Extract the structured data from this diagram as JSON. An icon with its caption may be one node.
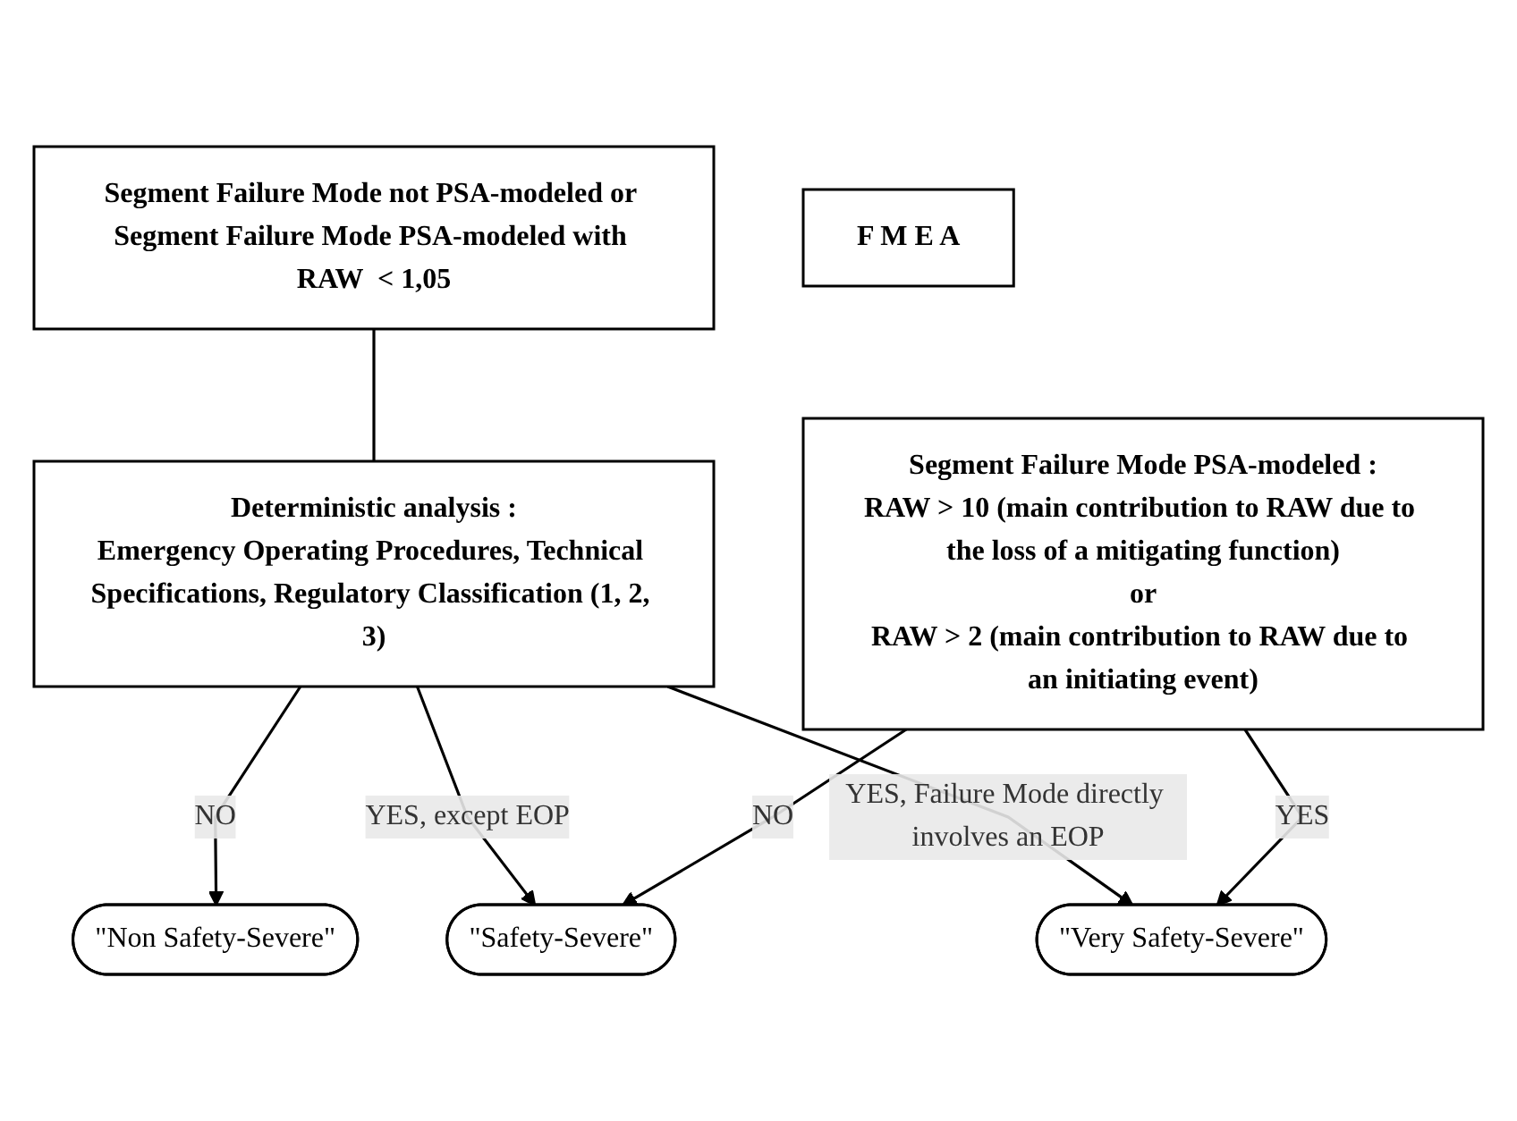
{
  "diagram": {
    "nodes": [
      {
        "text": [
          "Segment Failure Mode not PSA-modeled or Segment Failure Mode PSA-modeled with RAW  < 1,05"
        ]
      },
      {
        "text": [
          "Deterministic analysis :",
          "Emergency Operating Procedures, Technical Specifications, Regulatory Classification (1, 2, 3)"
        ]
      },
      {
        "text": [
          "Segment Failure Mode PSA-modeled :",
          "RAW > 10 (main contribution to RAW due to the loss of a mitigating function)",
          "or",
          "RAW > 2 (main contribution to RAW due to an initiating event)"
        ]
      },
      {
        "text": [
          "\"Non Safety-Severe\""
        ]
      },
      {
        "text": [
          "\"Safety-Severe\""
        ]
      },
      {
        "text": [
          "\"Very Safety-Severe\""
        ]
      },
      {
        "text": [
          "F M E A"
        ]
      }
    ],
    "edges": [
      {
        "from": 0,
        "to": 1,
        "arrow": "none"
      },
      {
        "from": 1,
        "to": 3,
        "arrow": "to",
        "label": "NO"
      },
      {
        "from": 1,
        "to": 4,
        "arrow": "to",
        "label": "YES, except EOP"
      },
      {
        "from": 1,
        "to": 5,
        "arrow": "to",
        "label": "YES, Failure Mode directly involves an EOP"
      },
      {
        "from": 2,
        "to": 4,
        "arrow": "to",
        "label": "NO"
      },
      {
        "from": 2,
        "to": 5,
        "arrow": "to",
        "label": "YES"
      }
    ]
  }
}
